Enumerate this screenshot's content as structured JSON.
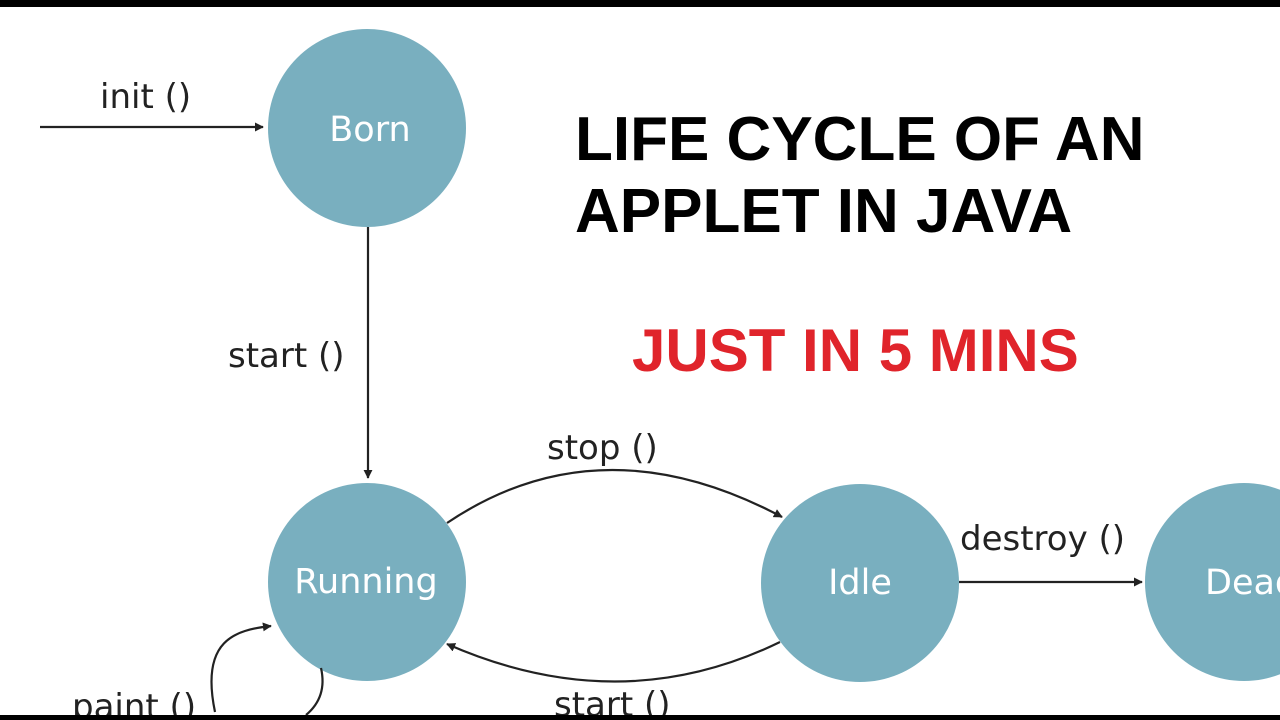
{
  "title": {
    "line1": "LIFE CYCLE OF AN",
    "line2": "APPLET IN JAVA"
  },
  "subtitle": {
    "text": "JUST IN 5 MINS",
    "color": "#e0242b"
  },
  "states": {
    "born": "Born",
    "running": "Running",
    "idle": "Idle",
    "dead": "Dead"
  },
  "transitions": {
    "init": "init ()",
    "start": "start ()",
    "stop": "stop ()",
    "start_back": "start ()",
    "destroy": "destroy ()",
    "paint": "paint ()"
  },
  "colors": {
    "node_fill": "#79afbf",
    "node_text": "#ffffff",
    "line": "#222222"
  }
}
